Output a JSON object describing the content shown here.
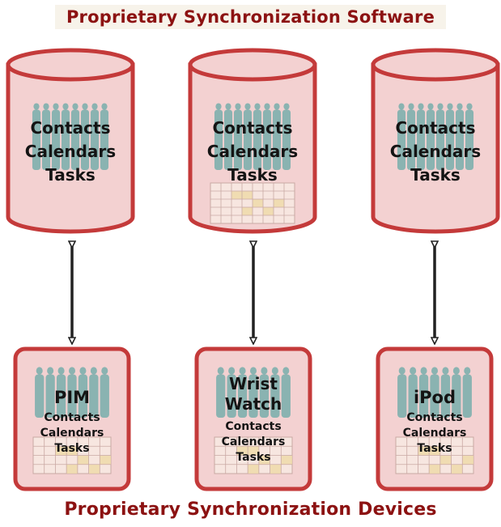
{
  "header": {
    "title": "Proprietary Synchronization Software"
  },
  "footer": {
    "title": "Proprietary Synchronization Devices"
  },
  "colors": {
    "accent": "#8c1212",
    "border": "#c43a3a",
    "fill": "#f3d1d1",
    "people": "#7fb0ae",
    "arrow": "#222222"
  },
  "databases": [
    {
      "lines": [
        "Contacts",
        "Calendars",
        "Tasks"
      ],
      "has_calendar": false
    },
    {
      "lines": [
        "Contacts",
        "Calendars",
        "Tasks"
      ],
      "has_calendar": true
    },
    {
      "lines": [
        "Contacts",
        "Calendars",
        "Tasks"
      ],
      "has_calendar": false
    }
  ],
  "devices": [
    {
      "title": [
        "PIM"
      ],
      "lines": [
        "Contacts",
        "Calendars",
        "Tasks"
      ]
    },
    {
      "title": [
        "Wrist",
        "Watch"
      ],
      "lines": [
        "Contacts",
        "Calendars",
        "Tasks"
      ]
    },
    {
      "title": [
        "iPod"
      ],
      "lines": [
        "Contacts",
        "Calendars",
        "Tasks"
      ]
    }
  ],
  "icons": {
    "database": "database-icon",
    "people": "people-icon",
    "calendar": "calendar-grid-icon",
    "arrow": "double-arrow"
  }
}
